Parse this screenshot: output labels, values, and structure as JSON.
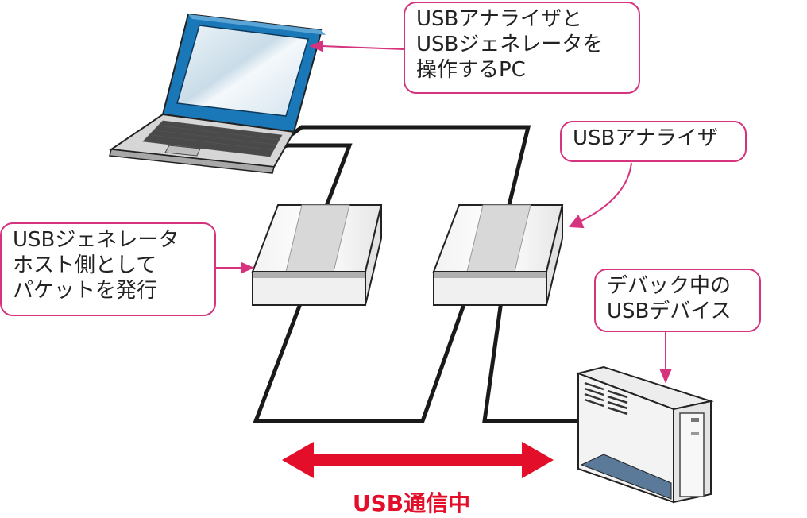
{
  "callouts": {
    "pc": {
      "lines": [
        "USBアナライザと",
        "USBジェネレータを",
        "操作するPC"
      ]
    },
    "analyzer": {
      "lines": [
        "USBアナライザ"
      ]
    },
    "generator": {
      "lines": [
        "USBジェネレータ",
        "ホスト側として",
        "パケットを発行"
      ]
    },
    "device": {
      "lines": [
        "デバック中の",
        "USBデバイス"
      ]
    }
  },
  "caption": "USB通信中",
  "colors": {
    "callout_border": "#d6337e",
    "caption_red": "#e30e2a",
    "laptop_blue": "#1a78b8",
    "cable": "#1a1a1a"
  }
}
